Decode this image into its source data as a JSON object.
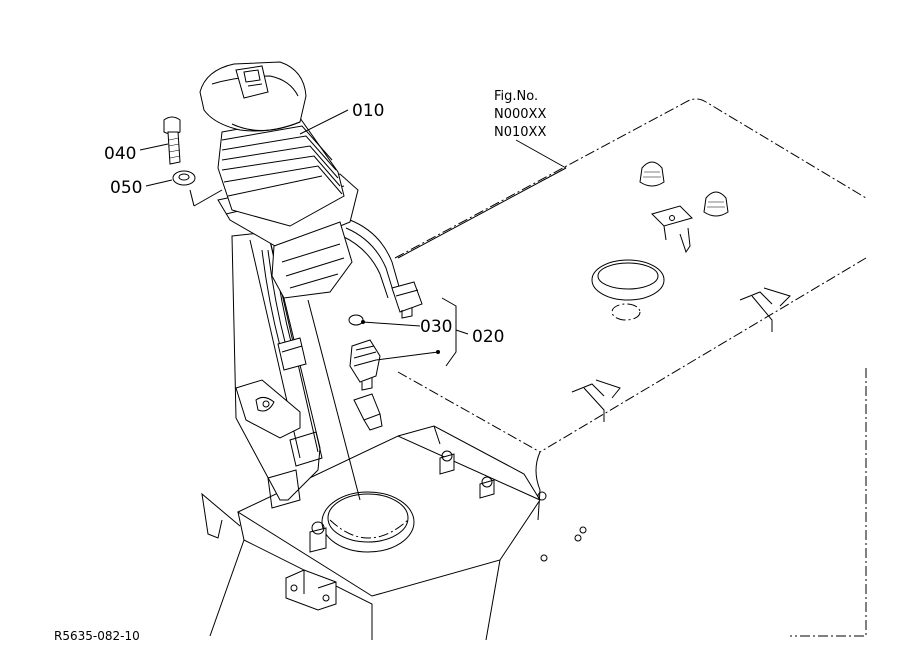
{
  "figure": {
    "fig_no_label": "Fig.No.",
    "fig_no_1": "N000XX",
    "fig_no_2": "N010XX",
    "drawing_code": "R5635-082-10"
  },
  "callouts": {
    "c010": "010",
    "c020": "020",
    "c030": "030",
    "c040": "040",
    "c050": "050"
  }
}
